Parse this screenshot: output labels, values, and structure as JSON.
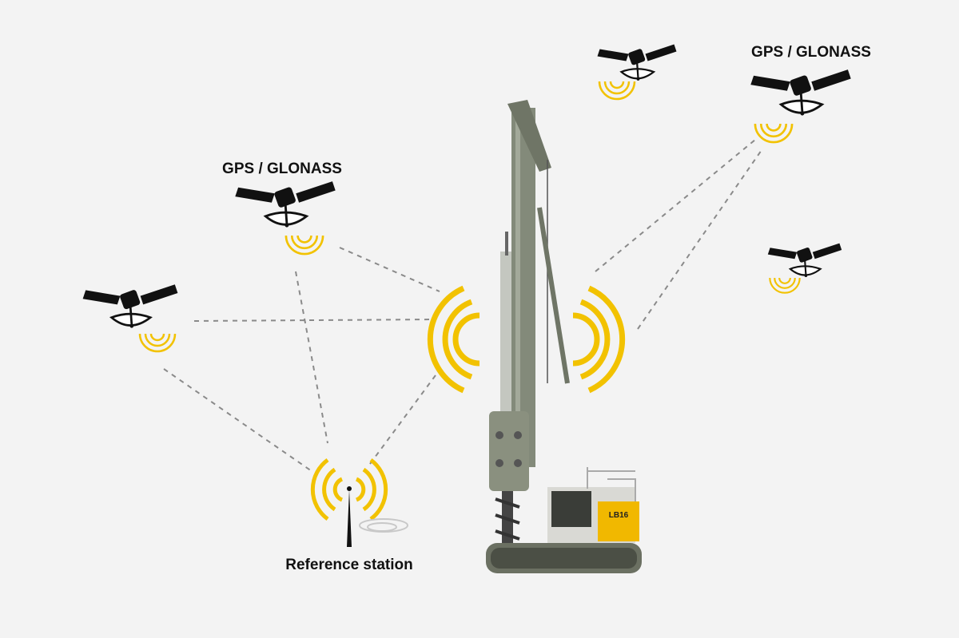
{
  "labels": {
    "satellite_group_left": "GPS / GLONASS",
    "satellite_group_right": "GPS / GLONASS",
    "reference_station": "Reference station",
    "rig_model": "LB16"
  },
  "colors": {
    "background": "#f3f3f3",
    "signal": "#f2c200",
    "satellite": "#111111",
    "dashed_line": "#8a8a8a",
    "rig_body": "#7d8274",
    "cab": "#f1b800"
  }
}
